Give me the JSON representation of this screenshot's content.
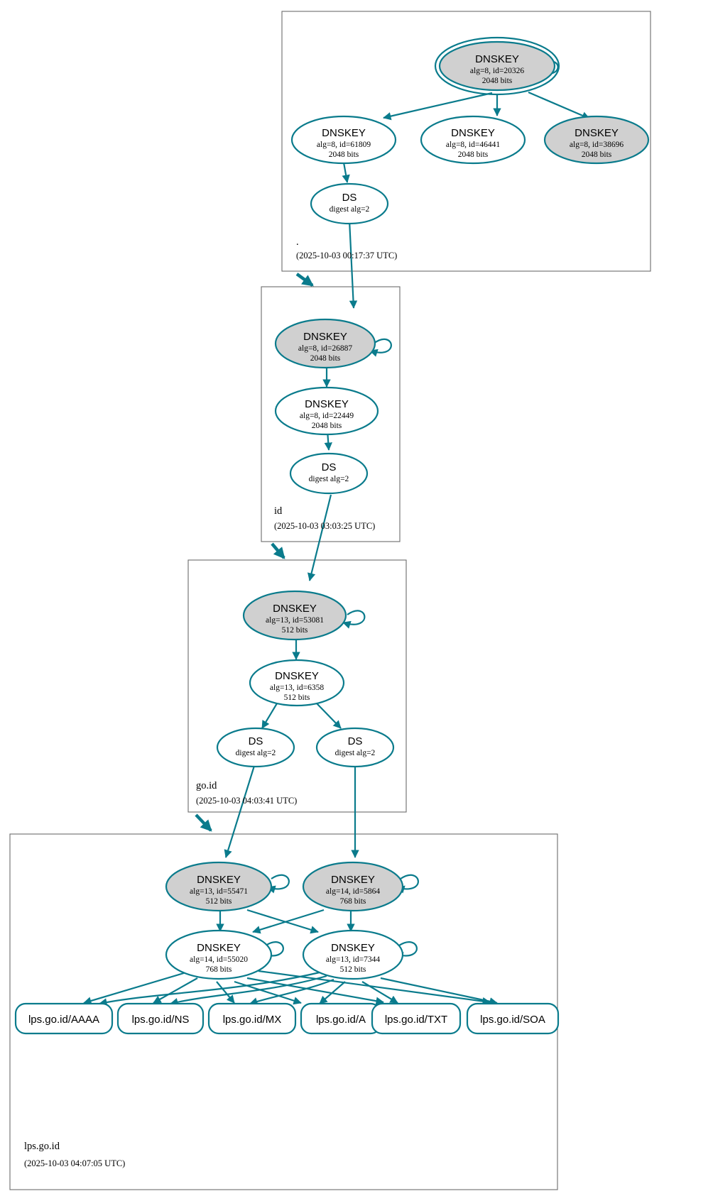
{
  "diagram": {
    "kind": "dnssec-authentication-chain",
    "accent_color": "#0a7b8c",
    "shaded_node_color": "#d0d0d0",
    "zone_border_color": "#6b6b6b"
  },
  "zones": [
    {
      "id": "root",
      "name": ".",
      "timestamp": "(2025-10-03 00:17:37 UTC)",
      "nodes": [
        {
          "id": "root-ksk-20326",
          "type": "DNSKEY",
          "title": "DNSKEY",
          "line2": "alg=8, id=20326",
          "line3": "2048 bits",
          "shaded": true,
          "double_ring": true,
          "self_loop": true
        },
        {
          "id": "root-zsk-61809",
          "type": "DNSKEY",
          "title": "DNSKEY",
          "line2": "alg=8, id=61809",
          "line3": "2048 bits",
          "shaded": false,
          "double_ring": false,
          "self_loop": false
        },
        {
          "id": "root-zsk-46441",
          "type": "DNSKEY",
          "title": "DNSKEY",
          "line2": "alg=8, id=46441",
          "line3": "2048 bits",
          "shaded": false,
          "double_ring": false,
          "self_loop": false
        },
        {
          "id": "root-zsk-38696",
          "type": "DNSKEY",
          "title": "DNSKEY",
          "line2": "alg=8, id=38696",
          "line3": "2048 bits",
          "shaded": true,
          "double_ring": false,
          "self_loop": false
        },
        {
          "id": "root-ds-1",
          "type": "DS",
          "title": "DS",
          "line2": "digest alg=2",
          "line3": "",
          "shaded": false,
          "double_ring": false,
          "self_loop": false
        }
      ]
    },
    {
      "id": "id",
      "name": "id",
      "timestamp": "(2025-10-03 03:03:25 UTC)",
      "nodes": [
        {
          "id": "id-ksk-26887",
          "type": "DNSKEY",
          "title": "DNSKEY",
          "line2": "alg=8, id=26887",
          "line3": "2048 bits",
          "shaded": true,
          "double_ring": false,
          "self_loop": true
        },
        {
          "id": "id-zsk-22449",
          "type": "DNSKEY",
          "title": "DNSKEY",
          "line2": "alg=8, id=22449",
          "line3": "2048 bits",
          "shaded": false,
          "double_ring": false,
          "self_loop": false
        },
        {
          "id": "id-ds-1",
          "type": "DS",
          "title": "DS",
          "line2": "digest alg=2",
          "line3": "",
          "shaded": false,
          "double_ring": false,
          "self_loop": false
        }
      ]
    },
    {
      "id": "go.id",
      "name": "go.id",
      "timestamp": "(2025-10-03 04:03:41 UTC)",
      "nodes": [
        {
          "id": "goid-ksk-53081",
          "type": "DNSKEY",
          "title": "DNSKEY",
          "line2": "alg=13, id=53081",
          "line3": "512 bits",
          "shaded": true,
          "double_ring": false,
          "self_loop": true
        },
        {
          "id": "goid-zsk-6358",
          "type": "DNSKEY",
          "title": "DNSKEY",
          "line2": "alg=13, id=6358",
          "line3": "512 bits",
          "shaded": false,
          "double_ring": false,
          "self_loop": false
        },
        {
          "id": "goid-ds-left",
          "type": "DS",
          "title": "DS",
          "line2": "digest alg=2",
          "line3": "",
          "shaded": false,
          "double_ring": false,
          "self_loop": false
        },
        {
          "id": "goid-ds-right",
          "type": "DS",
          "title": "DS",
          "line2": "digest alg=2",
          "line3": "",
          "shaded": false,
          "double_ring": false,
          "self_loop": false
        }
      ]
    },
    {
      "id": "lps.go.id",
      "name": "lps.go.id",
      "timestamp": "(2025-10-03 04:07:05 UTC)",
      "nodes": [
        {
          "id": "lps-ksk-55471",
          "type": "DNSKEY",
          "title": "DNSKEY",
          "line2": "alg=13, id=55471",
          "line3": "512 bits",
          "shaded": true,
          "double_ring": false,
          "self_loop": true
        },
        {
          "id": "lps-ksk-5864",
          "type": "DNSKEY",
          "title": "DNSKEY",
          "line2": "alg=14, id=5864",
          "line3": "768 bits",
          "shaded": true,
          "double_ring": false,
          "self_loop": true
        },
        {
          "id": "lps-zsk-55020",
          "type": "DNSKEY",
          "title": "DNSKEY",
          "line2": "alg=14, id=55020",
          "line3": "768 bits",
          "shaded": false,
          "double_ring": false,
          "self_loop": true
        },
        {
          "id": "lps-zsk-7344",
          "type": "DNSKEY",
          "title": "DNSKEY",
          "line2": "alg=13, id=7344",
          "line3": "512 bits",
          "shaded": false,
          "double_ring": false,
          "self_loop": true
        }
      ],
      "rrsets": [
        {
          "id": "rr-aaaa",
          "label": "lps.go.id/AAAA"
        },
        {
          "id": "rr-ns",
          "label": "lps.go.id/NS"
        },
        {
          "id": "rr-mx",
          "label": "lps.go.id/MX"
        },
        {
          "id": "rr-a",
          "label": "lps.go.id/A"
        },
        {
          "id": "rr-txt",
          "label": "lps.go.id/TXT"
        },
        {
          "id": "rr-soa",
          "label": "lps.go.id/SOA"
        }
      ]
    }
  ]
}
